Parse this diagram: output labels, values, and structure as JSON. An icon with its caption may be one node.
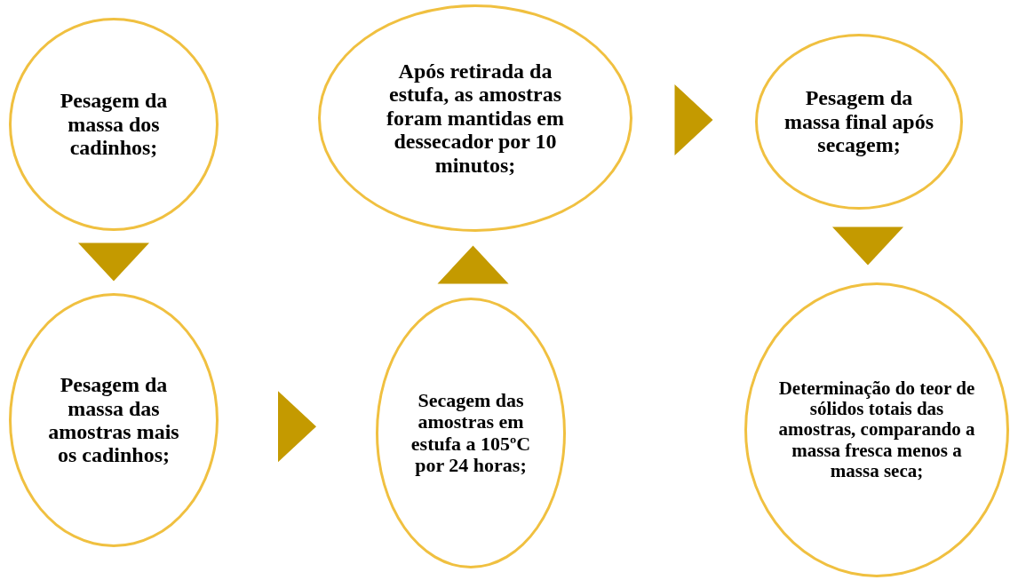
{
  "diagram": {
    "nodes": [
      {
        "text": [
          "Pesagem da massa dos cadinhos;"
        ]
      },
      {
        "text": [
          "Pesagem da massa das amostras mais os cadinhos;"
        ]
      },
      {
        "text": [
          "Secagem das amostras em estufa a 105ºC por 24 horas;"
        ]
      },
      {
        "text": [
          "Após retirada da estufa, as amostras foram mantidas em dessecador por 10 minutos;"
        ]
      },
      {
        "text": [
          "Pesagem da massa final após secagem;"
        ]
      },
      {
        "text": [
          "Determinação do teor de sólidos totais das amostras, comparando a massa fresca menos a massa seca;"
        ]
      }
    ],
    "edges": [
      {
        "from": 0,
        "to": 1,
        "arrow": "to"
      },
      {
        "from": 1,
        "to": 2,
        "arrow": "to"
      },
      {
        "from": 2,
        "to": 3,
        "arrow": "to"
      },
      {
        "from": 3,
        "to": 4,
        "arrow": "to"
      },
      {
        "from": 4,
        "to": 5,
        "arrow": "to"
      }
    ]
  }
}
